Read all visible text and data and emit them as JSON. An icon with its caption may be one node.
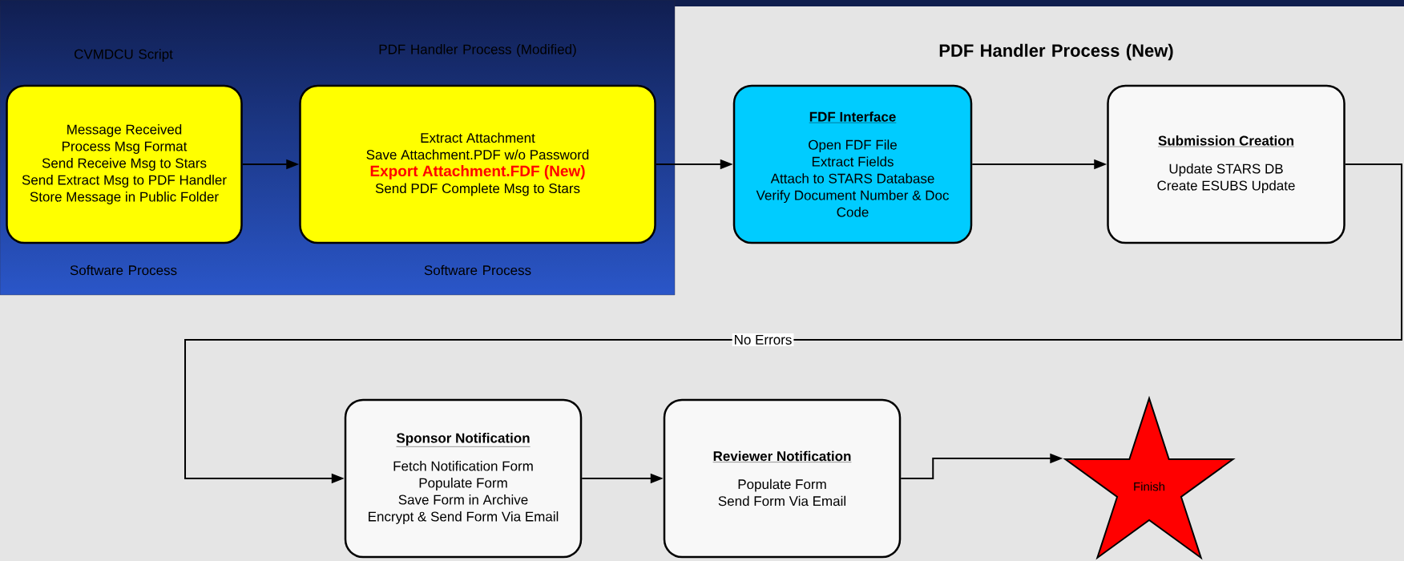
{
  "diagram": {
    "nodes": [
      {
        "text": [
          "Message Received",
          "Process Msg Format",
          "Send Receive Msg to Stars",
          "Send Extract Msg to PDF Handler",
          "Store Message in Public Folder"
        ]
      },
      {
        "text": [
          "Extract Attachment",
          "Save Attachment.PDF w/o Password",
          "Export Attachment.FDF (New)",
          "Send PDF Complete Msg to Stars"
        ]
      },
      {
        "text": [
          "FDF Interface",
          "Open FDF File",
          "Extract Fields",
          "Attach to STARS Database",
          "Verify Document Number & Doc Code"
        ]
      },
      {
        "text": [
          "Submission Creation",
          "Update STARS DB",
          "Create ESUBS Update"
        ]
      },
      {
        "text": [
          "Sponsor Notification",
          "Fetch Notification Form",
          "Populate Form",
          "Save Form in Archive",
          "Encrypt & Send Form Via Email"
        ]
      },
      {
        "text": [
          "Reviewer Notification",
          "Populate Form",
          "Send Form Via Email"
        ]
      },
      {
        "text": [
          "Finish"
        ]
      }
    ],
    "edges": [
      {
        "from": 0,
        "to": 1,
        "arrow": "to"
      },
      {
        "from": 1,
        "to": 2,
        "arrow": "to"
      },
      {
        "from": 2,
        "to": 3,
        "arrow": "to"
      },
      {
        "from": 3,
        "to": 4,
        "arrow": "to",
        "label": "No Errors"
      },
      {
        "from": 4,
        "to": 5,
        "arrow": "to"
      },
      {
        "from": 5,
        "to": 6,
        "arrow": "to"
      }
    ],
    "labels": [
      "CVMDCU Script",
      "PDF Handler Process (Modified)",
      "Software Process",
      "Software Process",
      "PDF Handler Process (New)"
    ]
  }
}
